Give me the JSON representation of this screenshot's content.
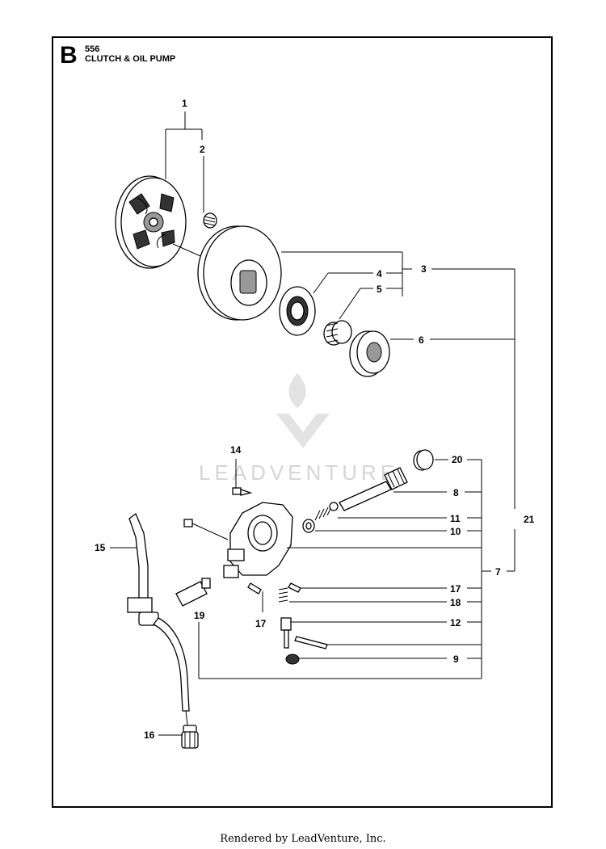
{
  "header": {
    "section_letter": "B",
    "model": "556",
    "title": "CLUTCH & OIL PUMP"
  },
  "watermark": "LEADVENTURE",
  "footer": "Rendered by LeadVenture, Inc.",
  "callouts": [
    "1",
    "2",
    "3",
    "4",
    "5",
    "6",
    "7",
    "8",
    "9",
    "10",
    "11",
    "12",
    "14",
    "15",
    "16",
    "17",
    "17",
    "18",
    "19",
    "20",
    "21"
  ],
  "diagram_parts": [
    "clutch",
    "clutch-spring",
    "clutch-drum",
    "needle-bearing-cage",
    "needle-bearing",
    "sprocket-washer",
    "oil-pump-housing",
    "worm-gear-shaft",
    "plunger-spring",
    "washer",
    "pin",
    "screw",
    "oil-pipe",
    "suction-hose",
    "oil-filter",
    "adjuster-screw",
    "spring",
    "pump-plunger",
    "sleeve-bushing",
    "check-valve"
  ]
}
